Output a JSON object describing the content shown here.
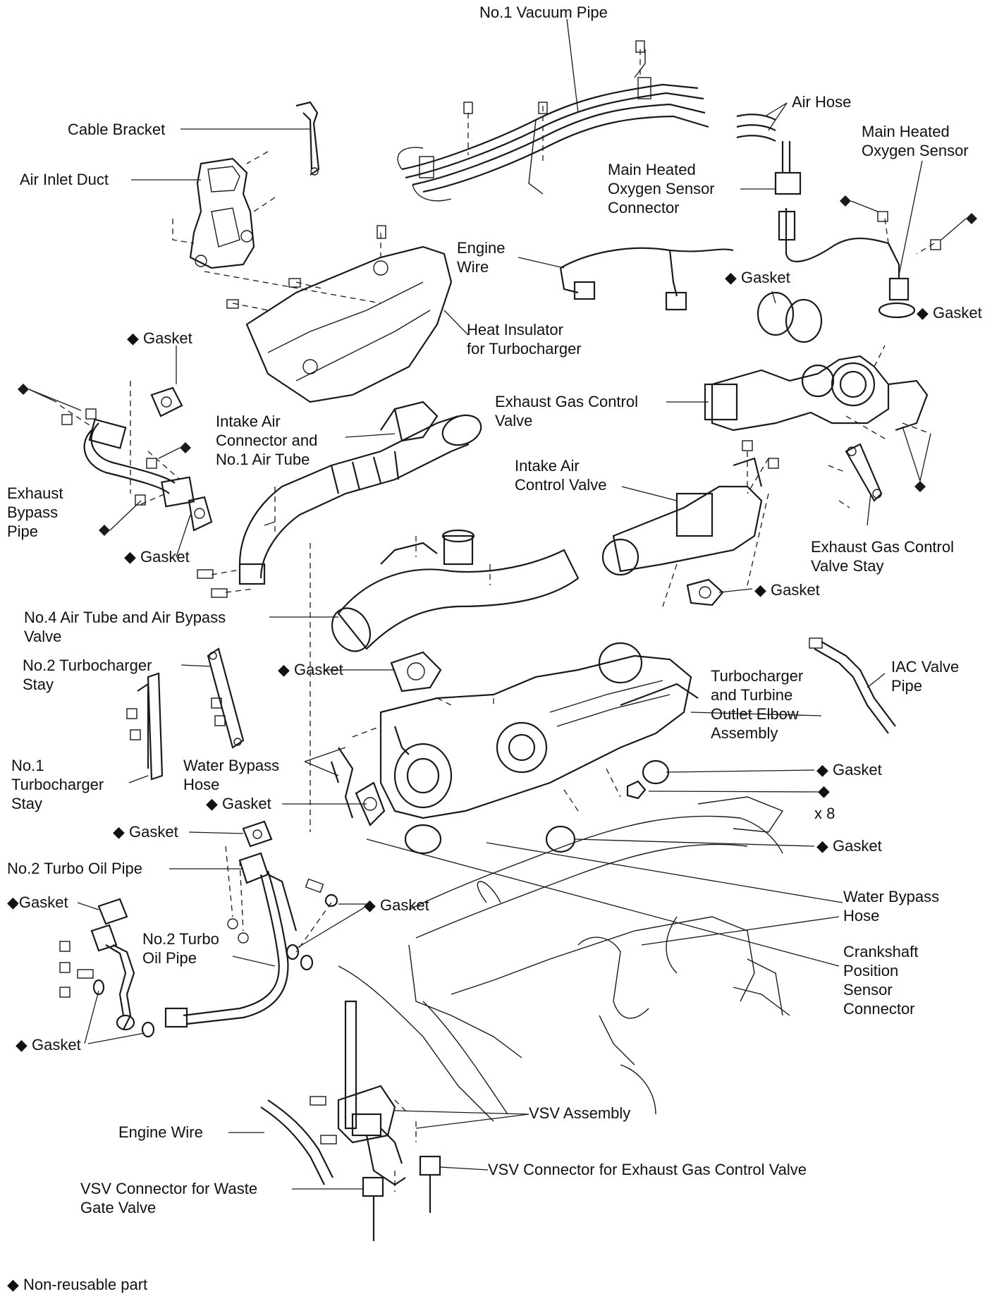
{
  "labels": {
    "no1_vacuum_pipe": "No.1 Vacuum Pipe",
    "air_hose": "Air Hose",
    "cable_bracket": "Cable Bracket",
    "main_heated_oxygen_sensor": "Main Heated\nOxygen Sensor",
    "air_inlet_duct": "Air Inlet Duct",
    "main_heated_oxygen_sensor_connector": "Main Heated\nOxygen Sensor\nConnector",
    "engine_wire_top": "Engine\nWire",
    "gasket_top_center": "Gasket",
    "gasket_top_right": "Gasket",
    "gasket_left_upper": "Gasket",
    "heat_insulator": "Heat Insulator\nfor Turbocharger",
    "exhaust_gas_control_valve": "Exhaust Gas Control\nValve",
    "intake_air_connector": "Intake Air\nConnector and\nNo.1 Air Tube",
    "intake_air_control_valve": "Intake Air\nControl Valve",
    "exhaust_bypass_pipe": "Exhaust\nBypass\nPipe",
    "gasket_left_lower": "Gasket",
    "exhaust_gas_control_valve_stay": "Exhaust Gas Control\nValve Stay",
    "gasket_right_mid": "Gasket",
    "no4_air_tube": "No.4 Air Tube and Air Bypass\nValve",
    "no2_turbocharger_stay": "No.2 Turbocharger\nStay",
    "gasket_center": "Gasket",
    "turbocharger_assembly": "Turbocharger\nand Turbine\nOutlet Elbow\nAssembly",
    "iac_valve_pipe": "IAC Valve\nPipe",
    "no1_turbocharger_stay": "No.1\nTurbocharger\nStay",
    "water_bypass_hose_left": "Water Bypass\nHose",
    "gasket_right_1": "Gasket",
    "gasket_left_turbo": "Gasket",
    "x8": "x 8",
    "gasket_oil_upper": "Gasket",
    "gasket_right_2": "Gasket",
    "no2_turbo_oil_pipe_left": "No.2 Turbo Oil Pipe",
    "water_bypass_hose_right": "Water Bypass\nHose",
    "gasket_oil_left": "Gasket",
    "gasket_oil_right": "Gasket",
    "no2_turbo_oil_pipe_center": "No.2 Turbo\nOil Pipe",
    "crankshaft_position_sensor_connector": "Crankshaft\nPosition\nSensor\nConnector",
    "gasket_bottom_left": "Gasket",
    "vsv_assembly": "VSV Assembly",
    "engine_wire_bottom": "Engine Wire",
    "vsv_connector_exhaust": "VSV Connector for Exhaust Gas Control Valve",
    "vsv_connector_waste_gate": "VSV Connector for Waste\nGate Valve"
  },
  "legend": {
    "symbol": "◆",
    "text": "Non-reusable part"
  },
  "colors": {
    "line": "#1a1a1a",
    "background": "#ffffff"
  }
}
